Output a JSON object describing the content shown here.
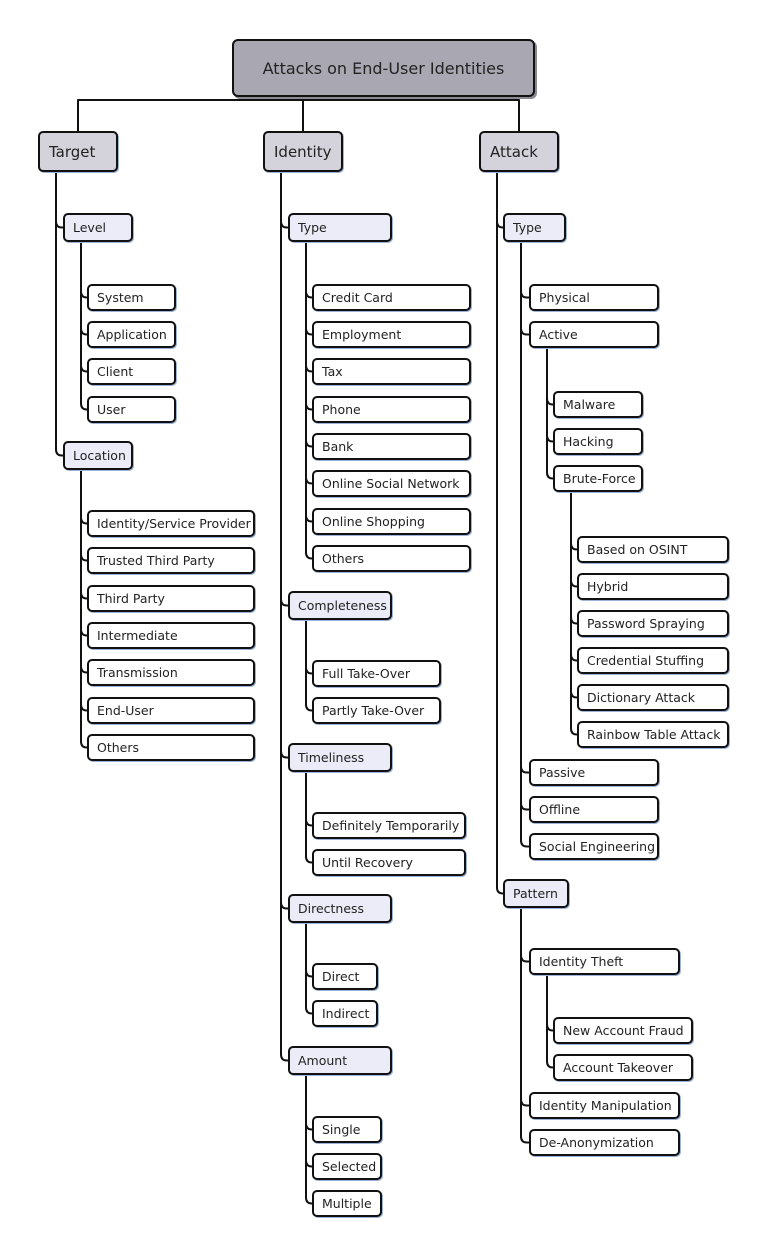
{
  "diagram": {
    "title": "Attacks on End-User Identities",
    "categories": [
      {
        "label": "Target",
        "groups": [
          {
            "label": "Level",
            "items": [
              {
                "label": "System"
              },
              {
                "label": "Application"
              },
              {
                "label": "Client"
              },
              {
                "label": "User"
              }
            ]
          },
          {
            "label": "Location",
            "items": [
              {
                "label": "Identity/Service Provider"
              },
              {
                "label": "Trusted Third Party"
              },
              {
                "label": "Third Party"
              },
              {
                "label": "Intermediate"
              },
              {
                "label": "Transmission"
              },
              {
                "label": "End-User"
              },
              {
                "label": "Others"
              }
            ]
          }
        ]
      },
      {
        "label": "Identity",
        "groups": [
          {
            "label": "Type",
            "items": [
              {
                "label": "Credit Card"
              },
              {
                "label": "Employment"
              },
              {
                "label": "Tax"
              },
              {
                "label": "Phone"
              },
              {
                "label": "Bank"
              },
              {
                "label": "Online Social Network"
              },
              {
                "label": "Online Shopping"
              },
              {
                "label": "Others"
              }
            ]
          },
          {
            "label": "Completeness",
            "items": [
              {
                "label": "Full Take-Over"
              },
              {
                "label": "Partly Take-Over"
              }
            ]
          },
          {
            "label": "Timeliness",
            "items": [
              {
                "label": "Definitely Temporarily"
              },
              {
                "label": "Until Recovery"
              }
            ]
          },
          {
            "label": "Directness",
            "items": [
              {
                "label": "Direct"
              },
              {
                "label": "Indirect"
              }
            ]
          },
          {
            "label": "Amount",
            "items": [
              {
                "label": "Single"
              },
              {
                "label": "Selected"
              },
              {
                "label": "Multiple"
              }
            ]
          }
        ]
      },
      {
        "label": "Attack",
        "groups": [
          {
            "label": "Type",
            "items": [
              {
                "label": "Physical"
              },
              {
                "label": "Active",
                "children": [
                  {
                    "label": "Malware"
                  },
                  {
                    "label": "Hacking"
                  },
                  {
                    "label": "Brute-Force",
                    "children": [
                      {
                        "label": "Based on OSINT"
                      },
                      {
                        "label": "Hybrid"
                      },
                      {
                        "label": "Password Spraying"
                      },
                      {
                        "label": "Credential Stuffing"
                      },
                      {
                        "label": "Dictionary Attack"
                      },
                      {
                        "label": "Rainbow Table Attack"
                      }
                    ]
                  }
                ]
              },
              {
                "label": "Passive"
              },
              {
                "label": "Offline"
              },
              {
                "label": "Social Engineering"
              }
            ]
          },
          {
            "label": "Pattern",
            "items": [
              {
                "label": "Identity Theft",
                "children": [
                  {
                    "label": "New Account Fraud"
                  },
                  {
                    "label": "Account Takeover"
                  }
                ]
              },
              {
                "label": "Identity Manipulation"
              },
              {
                "label": "De-Anonymization"
              }
            ]
          }
        ]
      }
    ]
  }
}
